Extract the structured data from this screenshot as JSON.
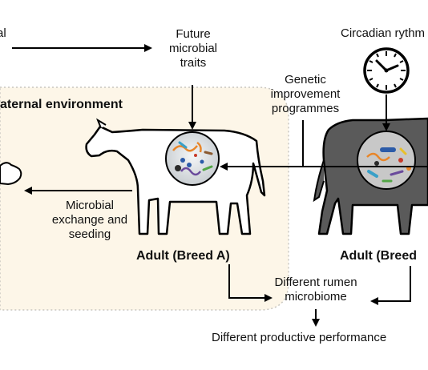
{
  "labels": {
    "top_left_fragment": "al",
    "future_traits": [
      "Future",
      "microbial",
      "traits"
    ],
    "circadian": "Circadian rythm",
    "genetic": [
      "Genetic",
      "improvement",
      "programmes"
    ],
    "maternal_env": "aternal environment",
    "microbial_exchange": [
      "Microbial",
      "exchange and",
      "seeding"
    ],
    "adult_a": "Adult  (Breed A)",
    "adult_b": "Adult  (Breed",
    "diff_rumen": [
      "Different rumen",
      "microbiome"
    ],
    "diff_perf": "Different productive performance"
  },
  "colors": {
    "maternal_bg": "#fdf6e8",
    "maternal_border": "#c9c6c0",
    "cow_white": "#ffffff",
    "cow_dark": "#5a5a5a",
    "line": "#000000"
  },
  "icons": {
    "clock": "clock-icon",
    "microbiome": "microbiome-circle-icon"
  }
}
